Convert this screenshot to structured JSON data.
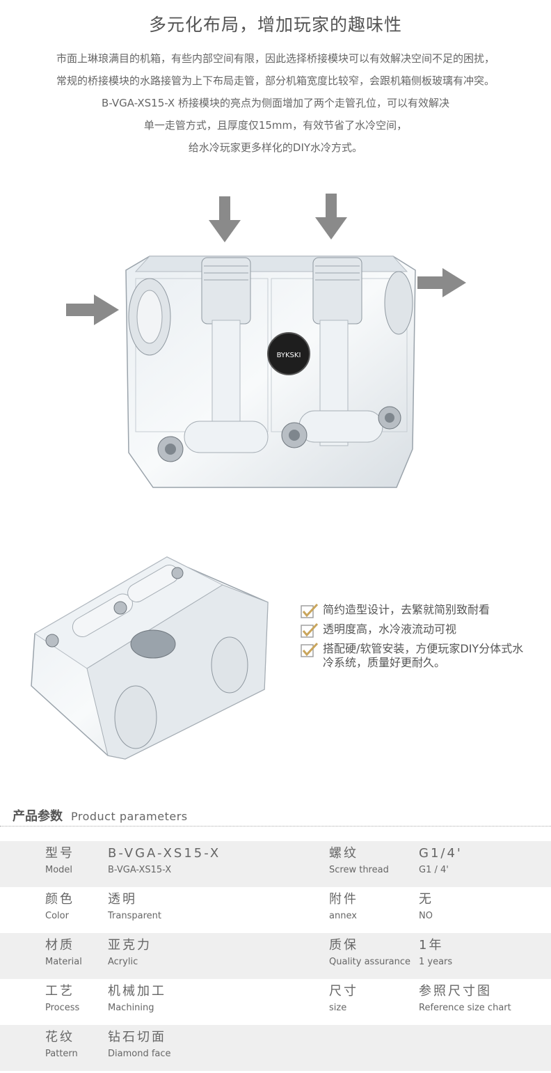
{
  "headline": "多元化布局，增加玩家的趣味性",
  "intro": [
    "市面上琳琅满目的机箱，有些内部空间有限，因此选择桥接模块可以有效解决空间不足的困扰，",
    "常规的桥接模块的水路接管为上下布局走管，部分机箱宽度比较窄，会跟机箱侧板玻璃有冲突。",
    "B-VGA-XS15-X 桥接模块的亮点为侧面增加了两个走管孔位，可以有效解决",
    "单一走管方式，且厚度仅15mm，有效节省了水冷空间，",
    "给水冷玩家更多样化的DIY水冷方式。"
  ],
  "product": {
    "logo_text": "BYKSKI"
  },
  "features": [
    "简约造型设计，去繁就简别致耐看",
    "透明度高，水冷液流动可视",
    "搭配硬/软管安装，方便玩家DIY分体式水冷系统，质量好更耐久。"
  ],
  "params": {
    "title_cn": "产品参数",
    "title_en": "Product parameters",
    "rows": [
      {
        "k1_cn": "型号",
        "k1_en": "Model",
        "v1_cn": "B-VGA-XS15-X",
        "v1_en": "B-VGA-XS15-X",
        "k2_cn": "螺纹",
        "k2_en": "Screw thread",
        "v2_cn": "G1/4'",
        "v2_en": "G1 / 4'"
      },
      {
        "k1_cn": "颜色",
        "k1_en": "Color",
        "v1_cn": "透明",
        "v1_en": "Transparent",
        "k2_cn": "附件",
        "k2_en": "annex",
        "v2_cn": "无",
        "v2_en": "NO"
      },
      {
        "k1_cn": "材质",
        "k1_en": "Material",
        "v1_cn": "亚克力",
        "v1_en": "Acrylic",
        "k2_cn": "质保",
        "k2_en": "Quality assurance",
        "v2_cn": "1年",
        "v2_en": "1 years"
      },
      {
        "k1_cn": "工艺",
        "k1_en": "Process",
        "v1_cn": "机械加工",
        "v1_en": "Machining",
        "k2_cn": "尺寸",
        "k2_en": "size",
        "v2_cn": "参照尺寸图",
        "v2_en": "Reference size chart"
      },
      {
        "k1_cn": "花纹",
        "k1_en": "Pattern",
        "v1_cn": "钻石切面",
        "v1_en": "Diamond face",
        "k2_cn": "",
        "k2_en": "",
        "v2_cn": "",
        "v2_en": ""
      }
    ]
  },
  "colors": {
    "arrow": "#8a8a8a",
    "check_gold": "#c9a55c",
    "row_shade": "#efefef"
  }
}
